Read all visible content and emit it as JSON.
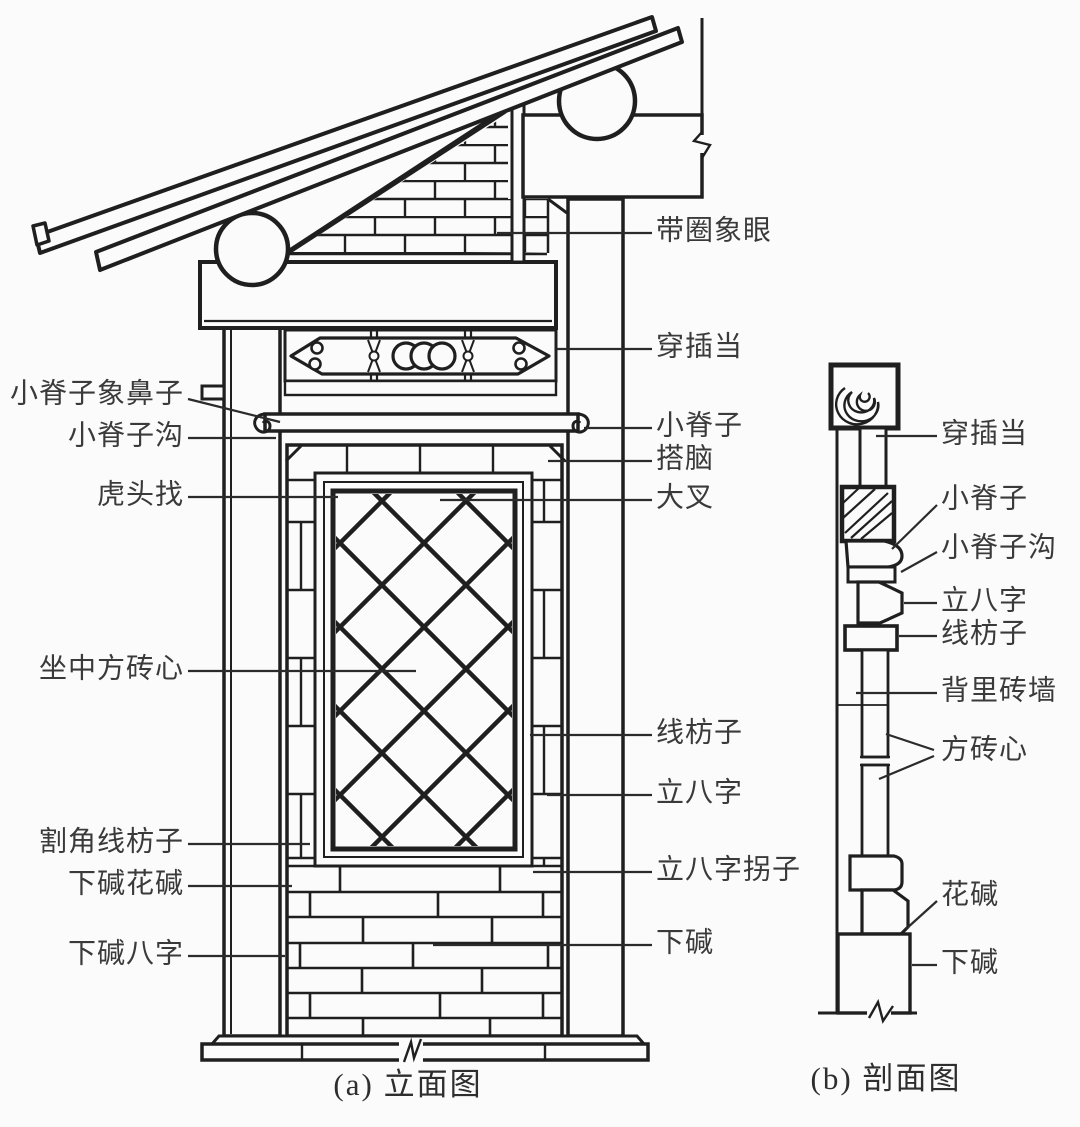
{
  "colors": {
    "background": "#fbfbfb",
    "ink": "#1f1f1f",
    "label_text": "#3a3a3a"
  },
  "elevation": {
    "caption": "(a) 立面图",
    "labels_left": [
      "小脊子象鼻子",
      "小脊子沟",
      "虎头找",
      "坐中方砖心",
      "割角线枋子",
      "下碱花碱",
      "下碱八字"
    ],
    "labels_right": [
      "带圈象眼",
      "穿插当",
      "小脊子",
      "搭脑",
      "大叉",
      "线枋子",
      "立八字",
      "立八字拐子",
      "下碱"
    ]
  },
  "section": {
    "caption": "(b) 剖面图",
    "labels": [
      "穿插当",
      "小脊子",
      "小脊子沟",
      "立八字",
      "线枋子",
      "背里砖墙",
      "方砖心",
      "花碱",
      "下碱"
    ]
  }
}
